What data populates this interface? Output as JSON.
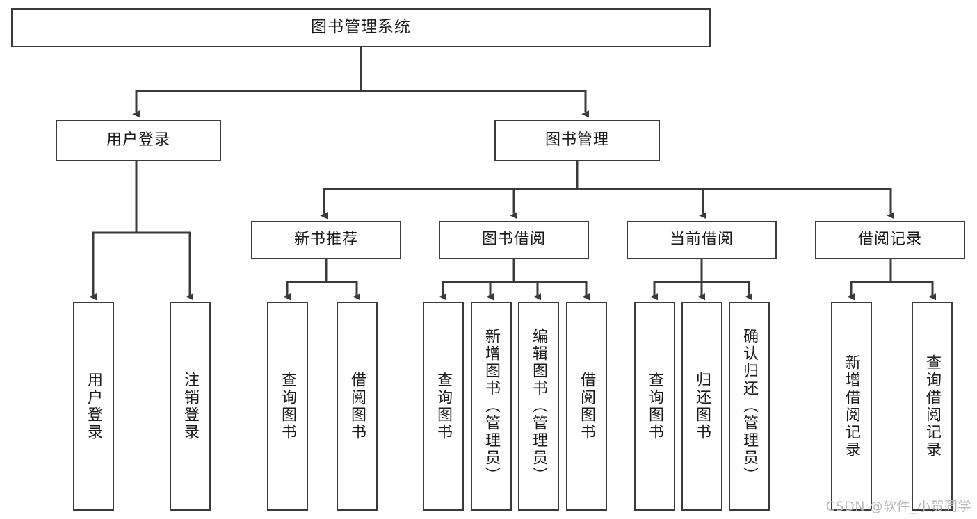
{
  "diagram": {
    "title": "图书管理系统",
    "type": "tree-hierarchy-diagram",
    "root": {
      "label": "图书管理系统"
    },
    "level2": [
      {
        "label": "用户登录"
      },
      {
        "label": "图书管理"
      }
    ],
    "level3": [
      {
        "label": "新书推荐"
      },
      {
        "label": "图书借阅"
      },
      {
        "label": "当前借阅"
      },
      {
        "label": "借阅记录"
      }
    ],
    "leaves": {
      "user_login": [
        {
          "label": "用户登录"
        },
        {
          "label": "注销登录"
        }
      ],
      "new_book_recommend": [
        {
          "label": "查询图书"
        },
        {
          "label": "借阅图书"
        }
      ],
      "book_borrow": [
        {
          "label": "查询图书"
        },
        {
          "label": "新增图书（管理员）"
        },
        {
          "label": "编辑图书（管理员）"
        },
        {
          "label": "借阅图书"
        }
      ],
      "current_borrow": [
        {
          "label": "查询图书"
        },
        {
          "label": "归还图书"
        },
        {
          "label": "确认归还（管理员）"
        }
      ],
      "borrow_record": [
        {
          "label": "新增借阅记录"
        },
        {
          "label": "查询借阅记录"
        }
      ]
    }
  },
  "watermark": {
    "text": "CSDN @软件_小贺同学"
  },
  "colors": {
    "border": "#3a3a3a",
    "text": "#1a1a1a",
    "background": "#ffffff",
    "watermark": "#b9b9b9"
  }
}
